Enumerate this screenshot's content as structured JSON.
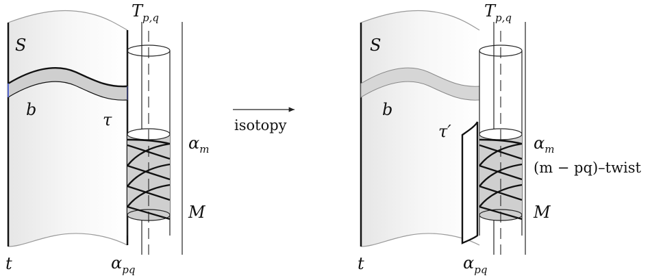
{
  "left": {
    "S": "S",
    "b": "b",
    "tau": "τ",
    "t": "t",
    "T_main": "T",
    "T_sub": "p,q",
    "alpha_m_main": "α",
    "alpha_m_sub": "m",
    "M": "M",
    "alpha_pq_main": "α",
    "alpha_pq_sub": "pq"
  },
  "arrow": {
    "label": "isotopy"
  },
  "right": {
    "S": "S",
    "b": "b",
    "tau_prime": "τ′",
    "t": "t",
    "T_main": "T",
    "T_sub": "p,q",
    "alpha_m_main": "α",
    "alpha_m_sub": "m",
    "twist_label": "(m − pq)–twist",
    "M": "M",
    "alpha_pq_main": "α",
    "alpha_pq_sub": "pq"
  }
}
